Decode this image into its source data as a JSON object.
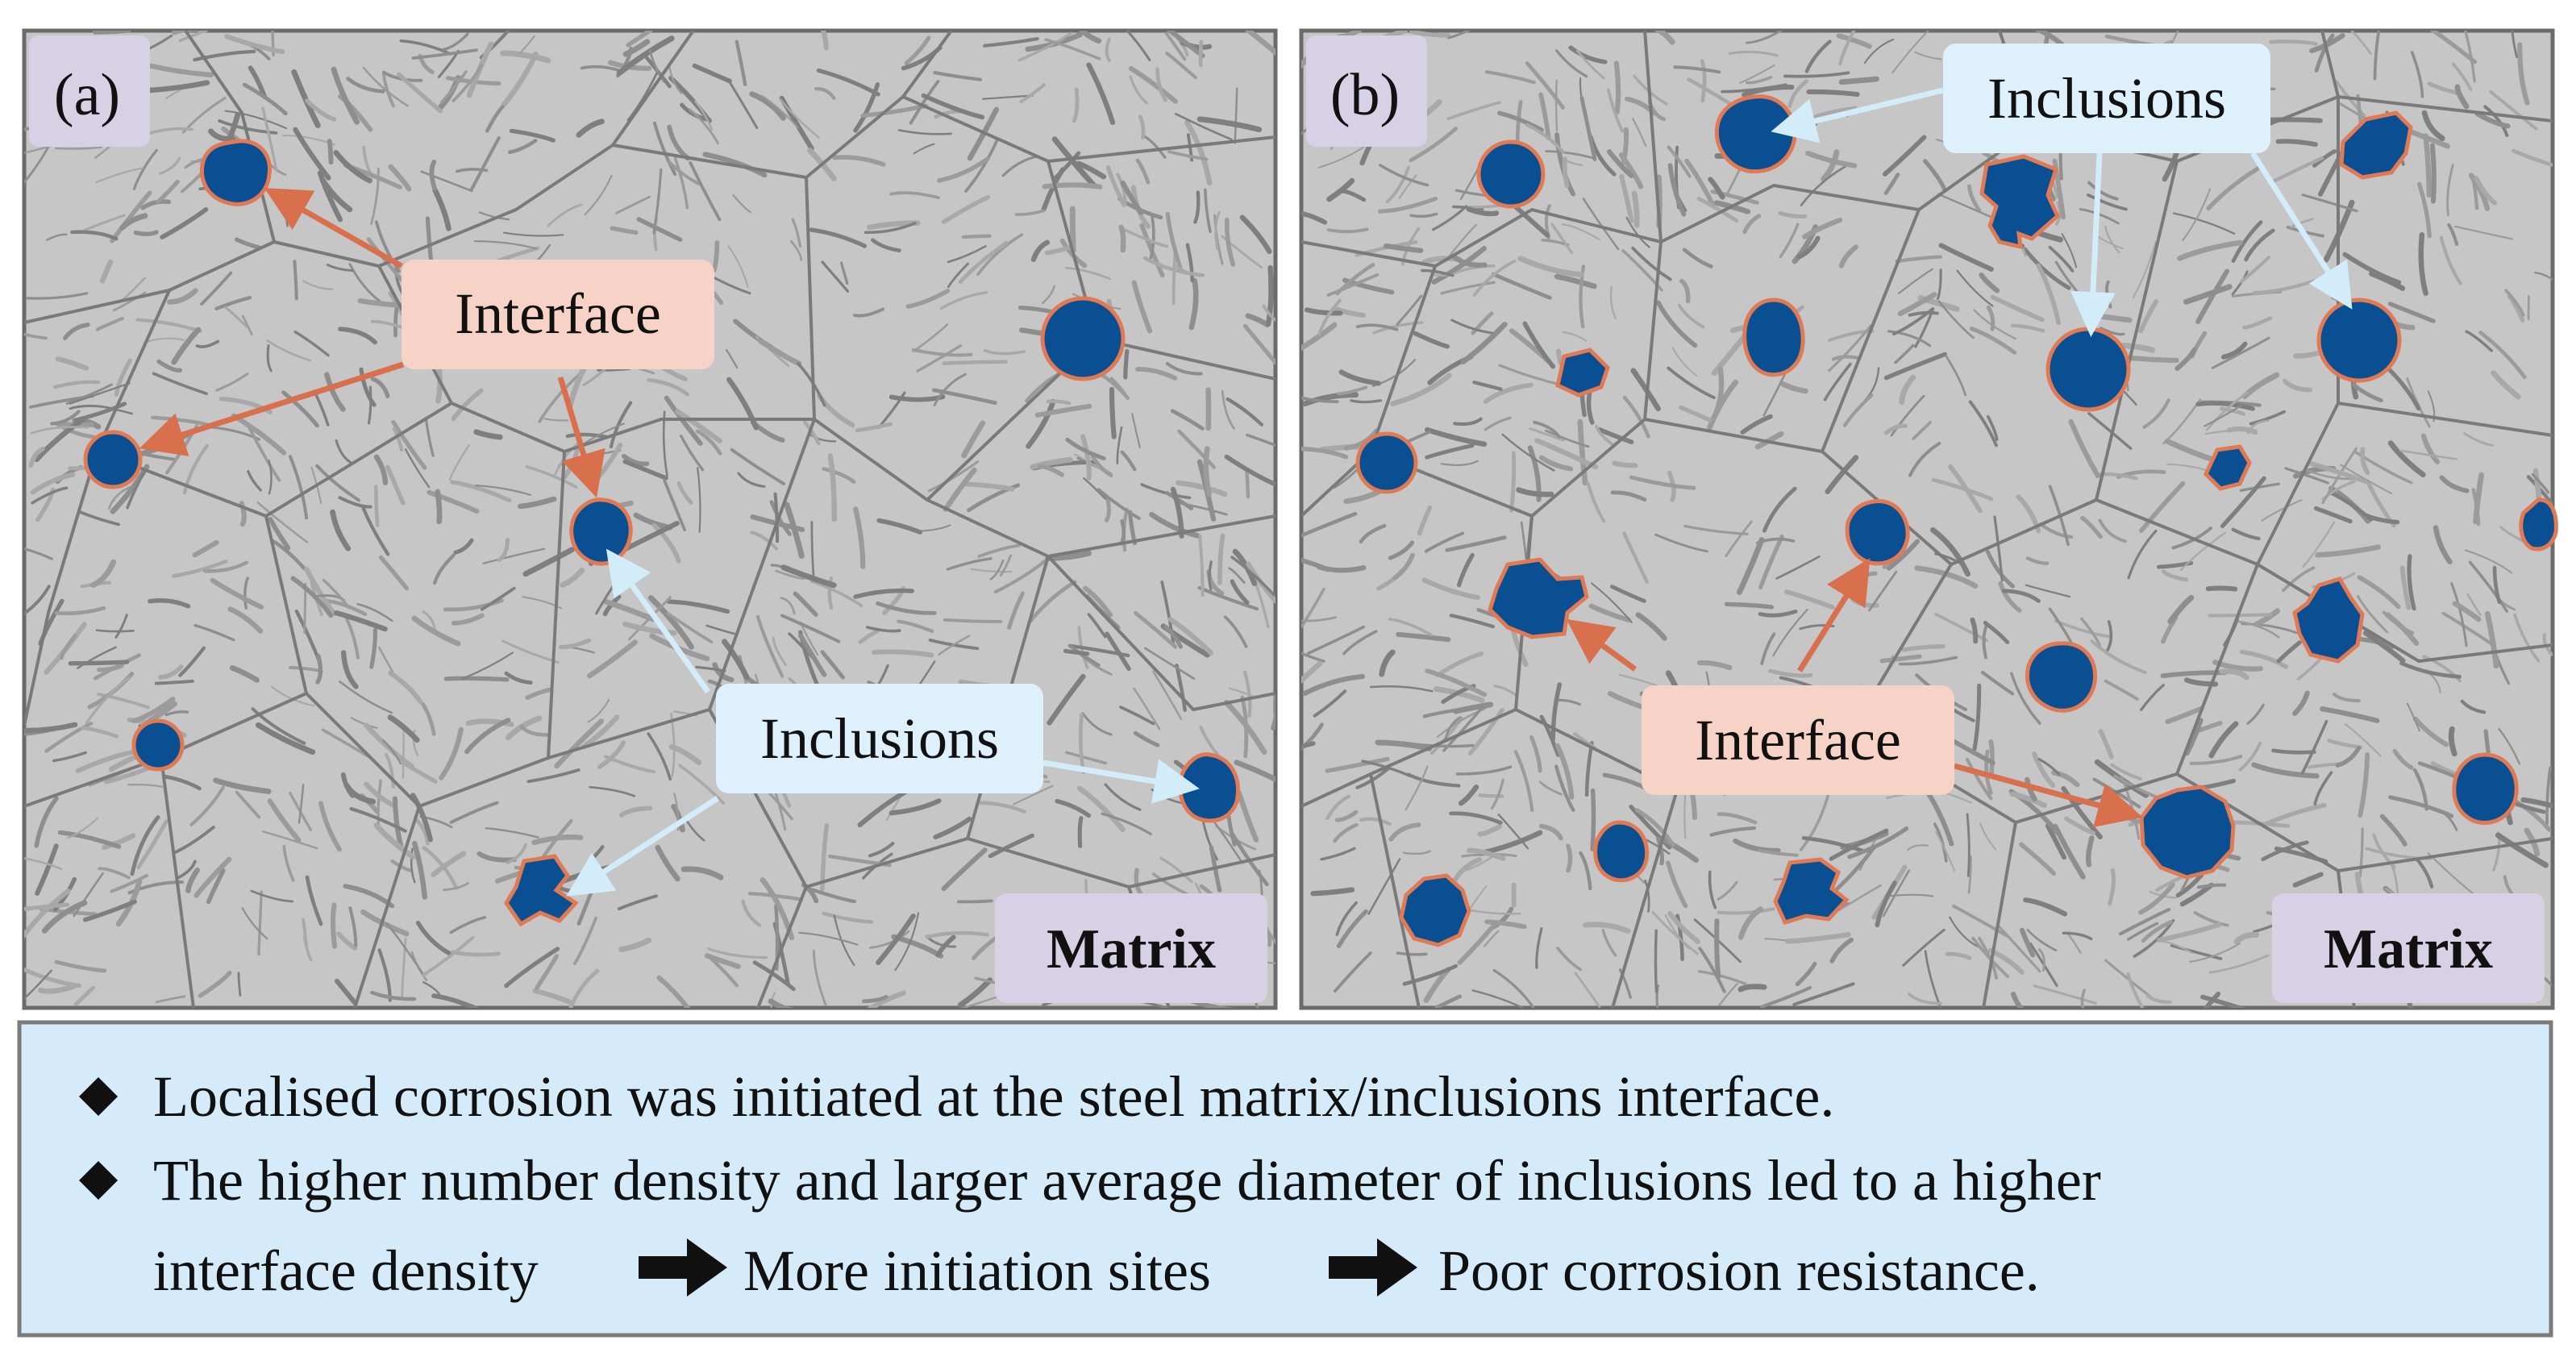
{
  "panels": [
    {
      "id": "a",
      "tag": "(a)",
      "matrix_label": "Matrix",
      "callouts": [
        {
          "kind": "interface",
          "text": "Interface"
        },
        {
          "kind": "inclusions",
          "text": "Inclusions"
        }
      ]
    },
    {
      "id": "b",
      "tag": "(b)",
      "matrix_label": "Matrix",
      "callouts": [
        {
          "kind": "inclusions",
          "text": "Inclusions"
        },
        {
          "kind": "interface",
          "text": "Interface"
        }
      ]
    }
  ],
  "summary": {
    "bullet_1": "Localised corrosion was initiated at the steel matrix/inclusions interface.",
    "bullet_2_line_1": "The higher number density and larger average diameter of inclusions led to a higher",
    "bullet_2_seg_1": "interface density",
    "bullet_2_seg_2": "More initiation sites",
    "bullet_2_seg_3": "Poor corrosion resistance."
  },
  "icons": {
    "bullet": "diamond-bullet-icon",
    "arrow": "right-arrow-icon"
  },
  "colors": {
    "matrix_gray": "#c6c6c6",
    "inclusion_blue": "#0b4f93",
    "interface_rim": "#e07a55",
    "interface_box": "#f7d2c7",
    "inclusions_box": "#ddf0fc",
    "tag_box": "#d7d1e6",
    "summary_box": "#d5ebf9",
    "frame": "#6b6b6b"
  }
}
